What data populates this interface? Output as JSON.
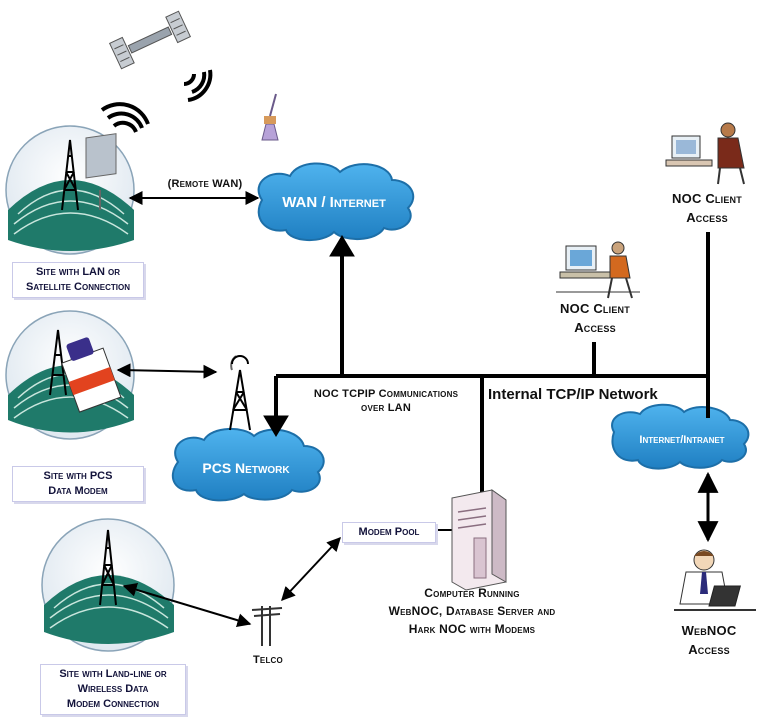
{
  "labels": {
    "remote_wan": "(Remote WAN)",
    "wan_internet": "WAN / Internet",
    "site_lan_line1": "Site with LAN or",
    "site_lan_line2": "Satellite Connection",
    "site_pcs_line1": "Site with PCS",
    "site_pcs_line2": "Data Modem",
    "site_landline_line1": "Site with Land-line or",
    "site_landline_line2": "Wireless Data",
    "site_landline_line3": "Modem Connection",
    "noc_tcpip_line1": "NOC TCPIP Communications",
    "noc_tcpip_line2": "over LAN",
    "internal_network": "Internal TCP/IP Network",
    "pcs_network": "PCS Network",
    "modem_pool": "Modem Pool",
    "computer_line1": "Computer Running",
    "computer_line2": "WebNOC, Database Server and",
    "computer_line3": "Hark NOC with Modems",
    "telco": "Telco",
    "noc_client_1_line1": "NOC Client",
    "noc_client_1_line2": "Access",
    "noc_client_2_line1": "NOC Client",
    "noc_client_2_line2": "Access",
    "internet_intranet": "Internet/Intranet",
    "webnoc_line1": "WebNOC",
    "webnoc_line2": "Access"
  },
  "colors": {
    "cloud": "#2a8fd0",
    "cloud_edge": "#1d6fa8",
    "hill": "#1f7a6a",
    "line": "#000000",
    "label_box_border": "#c9c9e8"
  },
  "icons": [
    "satellite-icon",
    "radio-waves-icon",
    "radio-tower-icon",
    "cloud-icon",
    "server-icon",
    "utility-pole-icon",
    "person-at-computer-icon",
    "pcs-modem-card-icon",
    "antenna-icon"
  ]
}
